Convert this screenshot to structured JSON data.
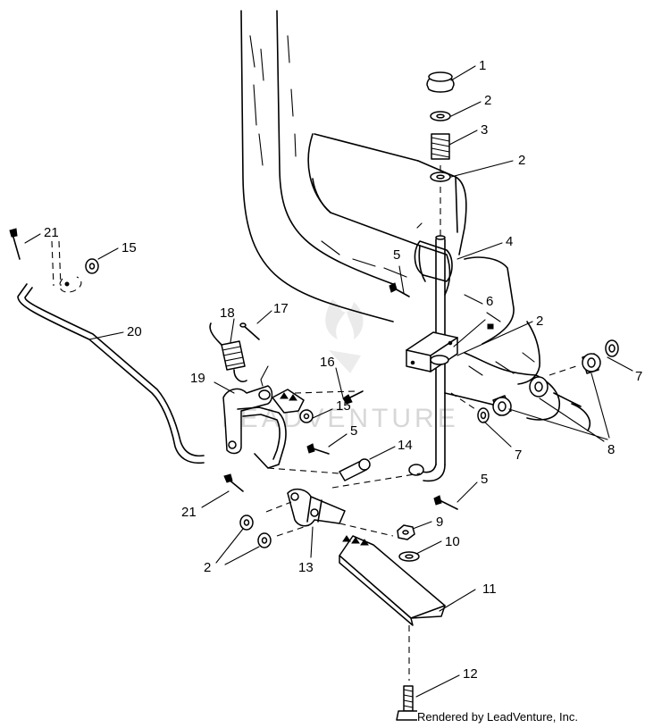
{
  "watermark": "LEADVENTURE",
  "credit": "Rendered by LeadVenture, Inc.",
  "callouts": {
    "c1": "1",
    "c2a": "2",
    "c3": "3",
    "c2b": "2",
    "c4": "4",
    "c5a": "5",
    "c6": "6",
    "c2c": "2",
    "c21a": "21",
    "c15a": "15",
    "c20": "20",
    "c18": "18",
    "c17": "17",
    "c16": "16",
    "c19": "19",
    "c15b": "15",
    "c5b": "5",
    "c14": "14",
    "c7a": "7",
    "c7b": "7",
    "c8": "8",
    "c5c": "5",
    "c21b": "21",
    "c9": "9",
    "c10": "10",
    "c2d": "2",
    "c13": "13",
    "c11": "11",
    "c12": "12"
  }
}
